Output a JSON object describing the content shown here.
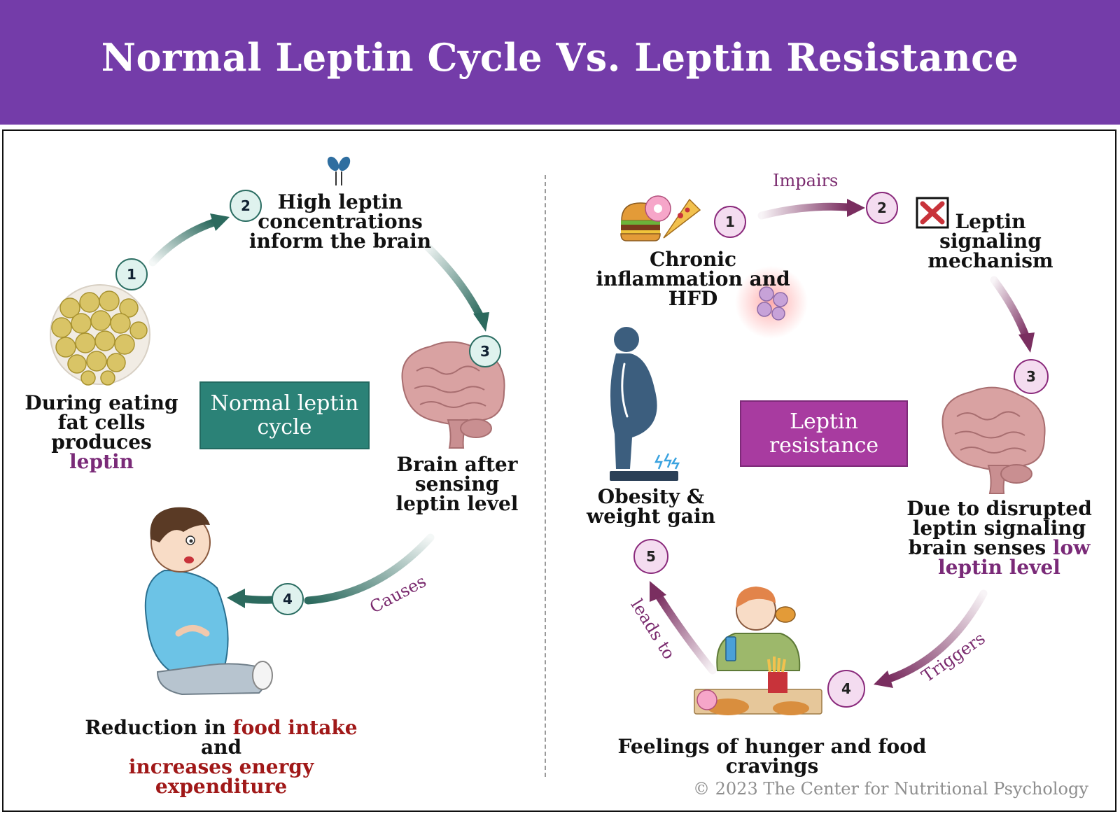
{
  "header": {
    "title": "Normal Leptin Cycle Vs. Leptin Resistance"
  },
  "colors": {
    "header": "#743ca9",
    "normal_box": "#2b8277",
    "resistance_box": "#a83ba0",
    "arrow_green": "#2c6a5e",
    "arrow_purple": "#7a2e60"
  },
  "normal": {
    "box_label": "Normal leptin cycle",
    "steps": [
      {
        "num": "1",
        "pre": "During eating fat cells produces",
        "highlight": "leptin"
      },
      {
        "num": "2",
        "text": "High leptin concentrations inform the brain"
      },
      {
        "num": "3",
        "text": "Brain after sensing leptin level"
      },
      {
        "num": "4",
        "pre": "Reduction in",
        "hl1": "food intake",
        "mid": "and",
        "hl2": "increases energy expenditure"
      }
    ],
    "verb": "Causes"
  },
  "resistance": {
    "box_label": "Leptin resistance",
    "steps": [
      {
        "num": "1",
        "text": "Chronic inflammation and HFD"
      },
      {
        "num": "2",
        "text": "Leptin signaling mechanism"
      },
      {
        "num": "3",
        "pre": "Due to disrupted leptin signaling brain senses",
        "highlight": "low leptin level"
      },
      {
        "num": "4",
        "text": "Feelings of hunger and food cravings"
      },
      {
        "num": "5",
        "text": "Obesity & weight gain"
      }
    ],
    "verbs": {
      "impairs": "Impairs",
      "triggers": "Triggers",
      "leads_to": "leads to"
    }
  },
  "footer": {
    "copyright": "© 2023 The Center for Nutritional Psychology"
  },
  "icons": [
    "fat-cells-icon",
    "leptin-receptor-icon",
    "brain-icon",
    "satisfied-person-icon",
    "junk-food-icon",
    "inflammation-cells-icon",
    "blocked-x-icon",
    "obese-person-scale-icon",
    "eating-person-icon"
  ]
}
